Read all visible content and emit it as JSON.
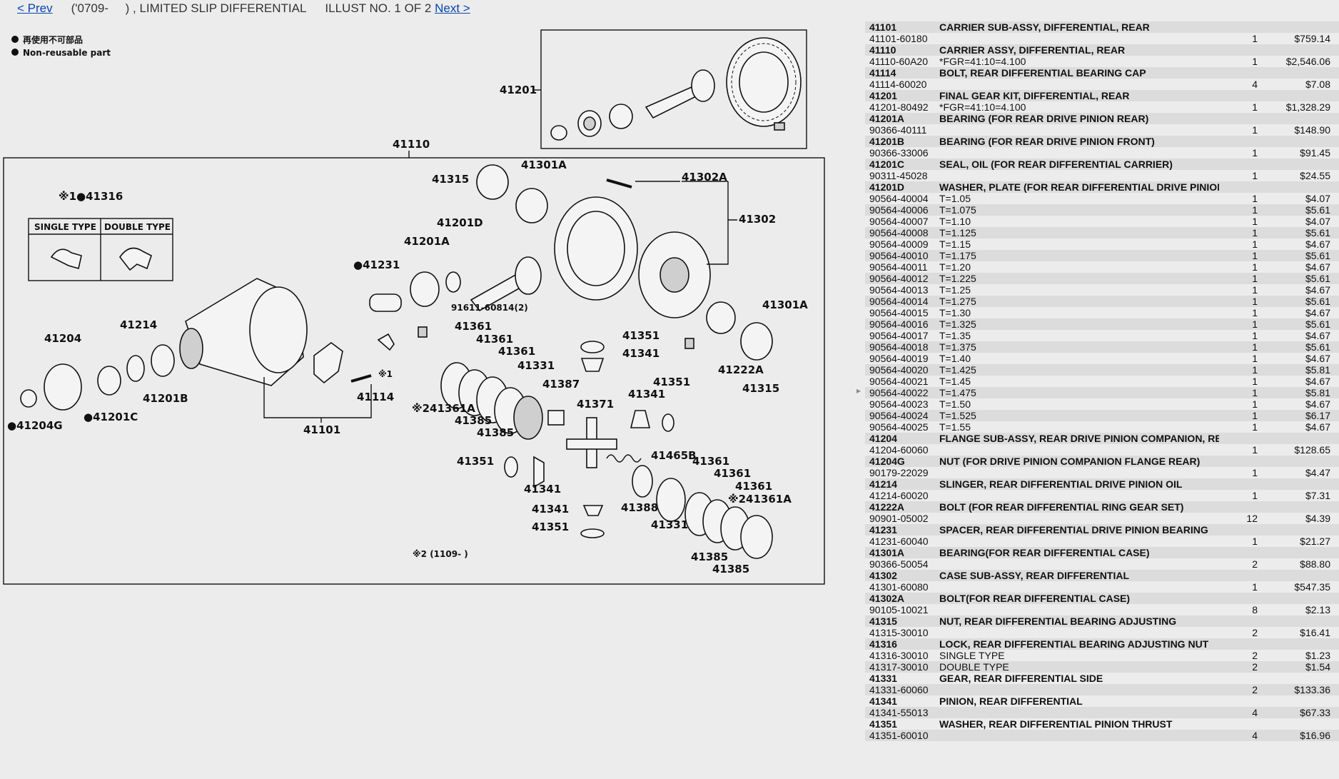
{
  "nav": {
    "prev": "< Prev",
    "title": "('0709-     ) , LIMITED SLIP DIFFERENTIAL",
    "illus": "ILLUST NO. 1 OF 2",
    "next": "Next >"
  },
  "legend": {
    "jp": "再使用不可部品",
    "en": "Non-reusable part"
  },
  "diagram": {
    "labels": {
      "l41201": "41201",
      "l41110": "41110",
      "l41315a": "41315",
      "l41301a_top": "41301A",
      "l41302a": "41302A",
      "l41302": "41302",
      "l41316": "※1●41316",
      "single_type": "SINGLE TYPE",
      "double_type": "DOUBLE TYPE",
      "l41201d": "41201D",
      "l41201a": "41201A",
      "l41231": "●41231",
      "l91611": "91611-60814(2)",
      "l41301a_right": "41301A",
      "l41214": "41214",
      "l41204": "41204",
      "l41361_1": "41361",
      "l41361_2": "41361",
      "l41361_3": "41361",
      "l41351_1": "41351",
      "l41341_1": "41341",
      "l41331_1": "41331",
      "l41222a": "41222A",
      "l41315b": "41315",
      "l41201b": "41201B",
      "l41114": "41114",
      "l41387": "41387",
      "l41371": "41371",
      "l41341_2": "41341",
      "l41351_2": "41351",
      "lx1": "※1",
      "l41361a_left": "※241361A",
      "l41385_1": "41385",
      "l41385_2": "41385",
      "l41204g": "●41204G",
      "l41201c": "●41201C",
      "l41101": "41101",
      "l41465b": "41465B",
      "l41361_4": "41361",
      "l41361_5": "41361",
      "l41361_6": "41361",
      "l41361a_right": "※241361A",
      "l41351_3": "41351",
      "l41341_3": "41341",
      "l41388": "41388",
      "l41331_2": "41331",
      "l41341_4": "41341",
      "l41351_4": "41351",
      "l41385_3": "41385",
      "l41385_4": "41385",
      "note2": "※2 (1109-       )"
    }
  },
  "parts": [
    {
      "ref": "41101",
      "name": "CARRIER SUB-ASSY, DIFFERENTIAL, REAR",
      "items": [
        {
          "pn": "41101-60180",
          "desc": "",
          "qty": "1",
          "price": "$759.14"
        }
      ]
    },
    {
      "ref": "41110",
      "name": "CARRIER ASSY, DIFFERENTIAL, REAR",
      "items": [
        {
          "pn": "41110-60A20",
          "desc": "*FGR=41:10=4.100",
          "qty": "1",
          "price": "$2,546.06"
        }
      ]
    },
    {
      "ref": "41114",
      "name": "BOLT, REAR DIFFERENTIAL BEARING CAP",
      "items": [
        {
          "pn": "41114-60020",
          "desc": "",
          "qty": "4",
          "price": "$7.08"
        }
      ]
    },
    {
      "ref": "41201",
      "name": "FINAL GEAR KIT, DIFFERENTIAL, REAR",
      "items": [
        {
          "pn": "41201-80492",
          "desc": "*FGR=41:10=4.100",
          "qty": "1",
          "price": "$1,328.29"
        }
      ]
    },
    {
      "ref": "41201A",
      "name": "BEARING (FOR REAR DRIVE PINION REAR)",
      "items": [
        {
          "pn": "90366-40111",
          "desc": "",
          "qty": "1",
          "price": "$148.90"
        }
      ]
    },
    {
      "ref": "41201B",
      "name": "BEARING (FOR REAR DRIVE PINION FRONT)",
      "items": [
        {
          "pn": "90366-33006",
          "desc": "",
          "qty": "1",
          "price": "$91.45"
        }
      ]
    },
    {
      "ref": "41201C",
      "name": "SEAL, OIL (FOR REAR DIFFERENTIAL CARRIER)",
      "items": [
        {
          "pn": "90311-45028",
          "desc": "",
          "qty": "1",
          "price": "$24.55"
        }
      ]
    },
    {
      "ref": "41201D",
      "name": "WASHER, PLATE (FOR REAR DIFFERENTIAL DRIVE PINION)",
      "items": [
        {
          "pn": "90564-40004",
          "desc": "T=1.05",
          "qty": "1",
          "price": "$4.07"
        },
        {
          "pn": "90564-40006",
          "desc": "T=1.075",
          "qty": "1",
          "price": "$5.61"
        },
        {
          "pn": "90564-40007",
          "desc": "T=1.10",
          "qty": "1",
          "price": "$4.07"
        },
        {
          "pn": "90564-40008",
          "desc": "T=1.125",
          "qty": "1",
          "price": "$5.61"
        },
        {
          "pn": "90564-40009",
          "desc": "T=1.15",
          "qty": "1",
          "price": "$4.67"
        },
        {
          "pn": "90564-40010",
          "desc": "T=1.175",
          "qty": "1",
          "price": "$5.61"
        },
        {
          "pn": "90564-40011",
          "desc": "T=1.20",
          "qty": "1",
          "price": "$4.67"
        },
        {
          "pn": "90564-40012",
          "desc": "T=1.225",
          "qty": "1",
          "price": "$5.61"
        },
        {
          "pn": "90564-40013",
          "desc": "T=1.25",
          "qty": "1",
          "price": "$4.67"
        },
        {
          "pn": "90564-40014",
          "desc": "T=1.275",
          "qty": "1",
          "price": "$5.61"
        },
        {
          "pn": "90564-40015",
          "desc": "T=1.30",
          "qty": "1",
          "price": "$4.67"
        },
        {
          "pn": "90564-40016",
          "desc": "T=1.325",
          "qty": "1",
          "price": "$5.61"
        },
        {
          "pn": "90564-40017",
          "desc": "T=1.35",
          "qty": "1",
          "price": "$4.67"
        },
        {
          "pn": "90564-40018",
          "desc": "T=1.375",
          "qty": "1",
          "price": "$5.61"
        },
        {
          "pn": "90564-40019",
          "desc": "T=1.40",
          "qty": "1",
          "price": "$4.67"
        },
        {
          "pn": "90564-40020",
          "desc": "T=1.425",
          "qty": "1",
          "price": "$5.81"
        },
        {
          "pn": "90564-40021",
          "desc": "T=1.45",
          "qty": "1",
          "price": "$4.67"
        },
        {
          "pn": "90564-40022",
          "desc": "T=1.475",
          "qty": "1",
          "price": "$5.81"
        },
        {
          "pn": "90564-40023",
          "desc": "T=1.50",
          "qty": "1",
          "price": "$4.67"
        },
        {
          "pn": "90564-40024",
          "desc": "T=1.525",
          "qty": "1",
          "price": "$6.17"
        },
        {
          "pn": "90564-40025",
          "desc": "T=1.55",
          "qty": "1",
          "price": "$4.67"
        }
      ]
    },
    {
      "ref": "41204",
      "name": "FLANGE SUB-ASSY, REAR DRIVE PINION COMPANION, REAR",
      "items": [
        {
          "pn": "41204-60060",
          "desc": "",
          "qty": "1",
          "price": "$128.65"
        }
      ]
    },
    {
      "ref": "41204G",
      "name": "NUT (FOR DRIVE PINION COMPANION FLANGE REAR)",
      "items": [
        {
          "pn": "90179-22029",
          "desc": "",
          "qty": "1",
          "price": "$4.47"
        }
      ]
    },
    {
      "ref": "41214",
      "name": "SLINGER, REAR DIFFERENTIAL DRIVE PINION OIL",
      "items": [
        {
          "pn": "41214-60020",
          "desc": "",
          "qty": "1",
          "price": "$7.31"
        }
      ]
    },
    {
      "ref": "41222A",
      "name": "BOLT (FOR REAR DIFFERENTIAL RING GEAR SET)",
      "items": [
        {
          "pn": "90901-05002",
          "desc": "",
          "qty": "12",
          "price": "$4.39"
        }
      ]
    },
    {
      "ref": "41231",
      "name": "SPACER, REAR DIFFERENTIAL DRIVE PINION BEARING",
      "items": [
        {
          "pn": "41231-60040",
          "desc": "",
          "qty": "1",
          "price": "$21.27"
        }
      ]
    },
    {
      "ref": "41301A",
      "name": "BEARING(FOR REAR DIFFERENTIAL CASE)",
      "items": [
        {
          "pn": "90366-50054",
          "desc": "",
          "qty": "2",
          "price": "$88.80"
        }
      ]
    },
    {
      "ref": "41302",
      "name": "CASE SUB-ASSY, REAR DIFFERENTIAL",
      "items": [
        {
          "pn": "41301-60080",
          "desc": "",
          "qty": "1",
          "price": "$547.35"
        }
      ]
    },
    {
      "ref": "41302A",
      "name": "BOLT(FOR REAR DIFFERENTIAL CASE)",
      "items": [
        {
          "pn": "90105-10021",
          "desc": "",
          "qty": "8",
          "price": "$2.13"
        }
      ]
    },
    {
      "ref": "41315",
      "name": "NUT, REAR DIFFERENTIAL BEARING ADJUSTING",
      "items": [
        {
          "pn": "41315-30010",
          "desc": "",
          "qty": "2",
          "price": "$16.41"
        }
      ]
    },
    {
      "ref": "41316",
      "name": "LOCK, REAR DIFFERENTIAL BEARING ADJUSTING NUT",
      "items": [
        {
          "pn": "41316-30010",
          "desc": "SINGLE TYPE",
          "qty": "2",
          "price": "$1.23"
        },
        {
          "pn": "41317-30010",
          "desc": "DOUBLE TYPE",
          "qty": "2",
          "price": "$1.54"
        }
      ]
    },
    {
      "ref": "41331",
      "name": "GEAR, REAR DIFFERENTIAL SIDE",
      "items": [
        {
          "pn": "41331-60060",
          "desc": "",
          "qty": "2",
          "price": "$133.36"
        }
      ]
    },
    {
      "ref": "41341",
      "name": "PINION, REAR DIFFERENTIAL",
      "items": [
        {
          "pn": "41341-55013",
          "desc": "",
          "qty": "4",
          "price": "$67.33"
        }
      ]
    },
    {
      "ref": "41351",
      "name": "WASHER, REAR DIFFERENTIAL PINION THRUST",
      "items": [
        {
          "pn": "41351-60010",
          "desc": "",
          "qty": "4",
          "price": "$16.96"
        }
      ]
    }
  ]
}
